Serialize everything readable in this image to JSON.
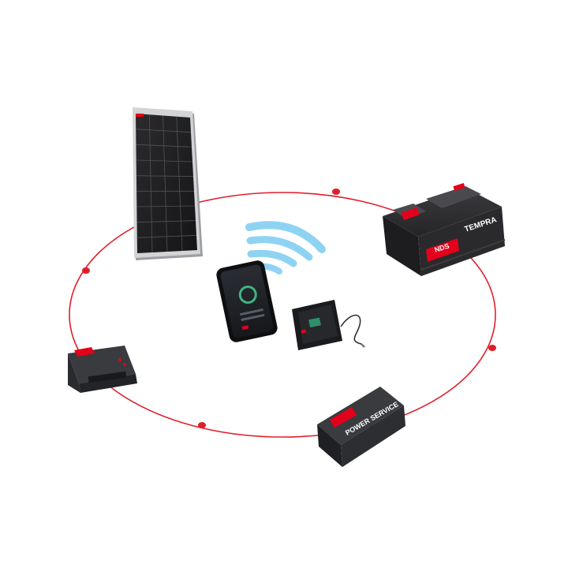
{
  "brand": {
    "logo_text": "NDS",
    "accent_color": "#e3001b",
    "ring_color": "#e01e2b",
    "wifi_color": "#8fd3f2"
  },
  "devices": {
    "solar_panel": {
      "icon": "solar-panel-icon"
    },
    "battery": {
      "icon": "battery-icon",
      "label": "TEMPRA"
    },
    "charge_controller": {
      "icon": "charge-controller-icon"
    },
    "power_service": {
      "icon": "power-service-icon",
      "label": "POWER SERVICE"
    },
    "smartphone": {
      "icon": "smartphone-app-icon"
    },
    "display_monitor": {
      "icon": "display-monitor-icon"
    },
    "wireless": {
      "icon": "wifi-icon"
    }
  }
}
